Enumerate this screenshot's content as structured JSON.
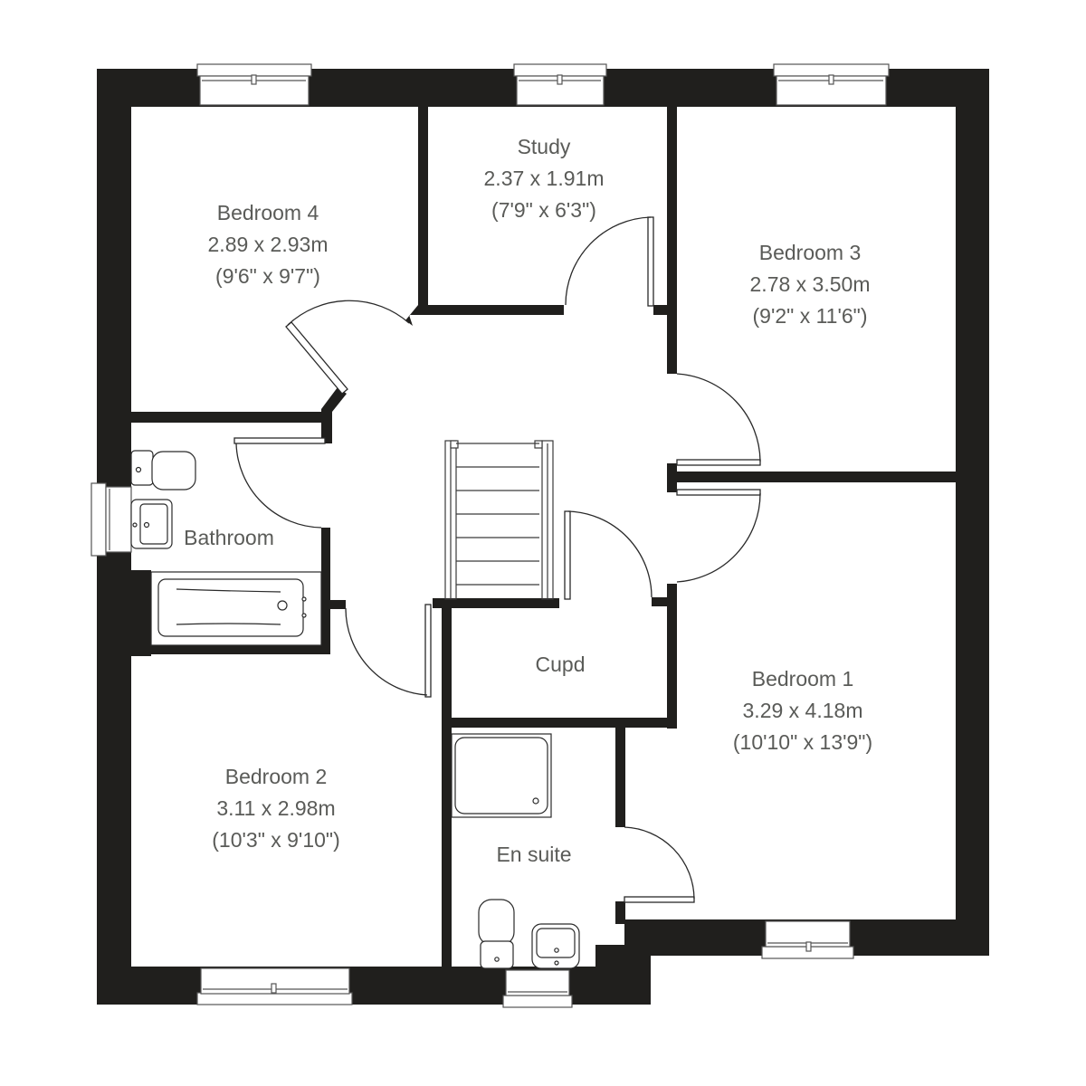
{
  "plan": {
    "colors": {
      "wall": "#201f1d",
      "line": "#2a2a2a",
      "text": "#5a5b58",
      "background": "#ffffff"
    }
  },
  "rooms": [
    {
      "id": "bedroom-4",
      "name": "Bedroom 4",
      "metric": "2.89 x 2.93m",
      "imperial": "(9'6\" x 9'7\")"
    },
    {
      "id": "study",
      "name": "Study",
      "metric": "2.37 x 1.91m",
      "imperial": "(7'9\" x 6'3\")"
    },
    {
      "id": "bedroom-3",
      "name": "Bedroom 3",
      "metric": "2.78 x 3.50m",
      "imperial": "(9'2\" x 11'6\")"
    },
    {
      "id": "bathroom",
      "name": "Bathroom"
    },
    {
      "id": "cupd",
      "name": "Cupd"
    },
    {
      "id": "bedroom-1",
      "name": "Bedroom 1",
      "metric": "3.29 x 4.18m",
      "imperial": "(10'10\" x 13'9\")"
    },
    {
      "id": "bedroom-2",
      "name": "Bedroom 2",
      "metric": "3.11 x 2.98m",
      "imperial": "(10'3\" x 9'10\")"
    },
    {
      "id": "en-suite",
      "name": "En suite"
    }
  ]
}
